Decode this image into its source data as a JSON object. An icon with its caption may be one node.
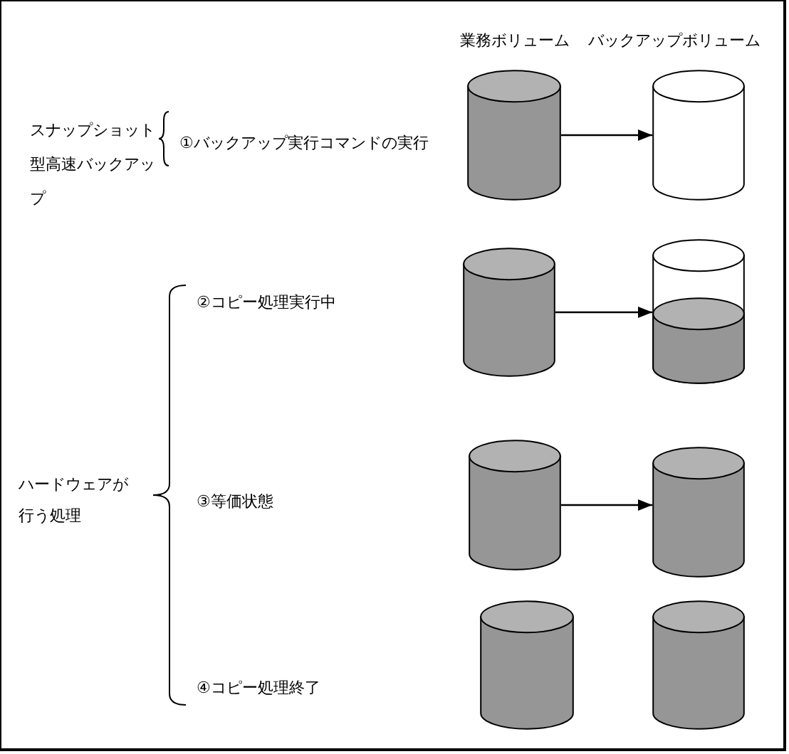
{
  "diagram": {
    "nodes": [
      {
        "text": [],
        "shape": "cylinder"
      },
      {
        "text": [],
        "shape": "cylinder"
      },
      {
        "text": [],
        "shape": "cylinder"
      },
      {
        "text": [],
        "shape": "cylinder"
      },
      {
        "text": [],
        "shape": "cylinder"
      },
      {
        "text": [],
        "shape": "cylinder"
      },
      {
        "text": [],
        "shape": "cylinder"
      },
      {
        "text": [],
        "shape": "cylinder"
      }
    ],
    "edges": [
      {
        "from": 0,
        "to": 1,
        "arrow": "to"
      },
      {
        "from": 2,
        "to": 3,
        "arrow": "to"
      },
      {
        "from": 4,
        "to": 5,
        "arrow": "to"
      }
    ],
    "labels": [
      "業務ボリューム",
      "バックアップボリューム",
      "スナップショット型高速バックアップ",
      "①バックアップ実行コマンドの実行",
      "②コピー処理実行中",
      "ハードウェアが行う処理",
      "③等価状態",
      "④コピー処理終了"
    ]
  }
}
